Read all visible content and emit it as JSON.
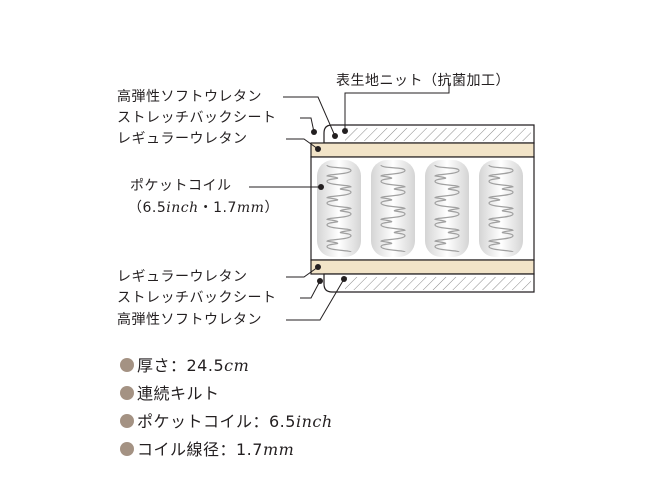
{
  "diagram": {
    "top_label": "表生地ニット（抗菌加工）",
    "labels_top": [
      "高弾性ソフトウレタン",
      "ストレッチバックシート",
      "レギュラーウレタン"
    ],
    "coil_label": {
      "line1": "ポケットコイル",
      "line2_prefix": "（6.5",
      "line2_unit1": "inch",
      "line2_mid": "・1.7",
      "line2_unit2": "mm",
      "line2_suffix": "）"
    },
    "labels_bottom": [
      "レギュラーウレタン",
      "ストレッチバックシート",
      "高弾性ソフトウレタン"
    ],
    "colors": {
      "foam": "#f2e4c8",
      "coil": "#a0a0a0",
      "line": "#231f20",
      "bullet": "#a49283"
    }
  },
  "specs": [
    {
      "label": "厚さ：24.5",
      "unit": "cm"
    },
    {
      "label": "連続キルト",
      "unit": ""
    },
    {
      "label": "ポケットコイル：6.5",
      "unit": "inch"
    },
    {
      "label": "コイル線径：1.7",
      "unit": "mm"
    }
  ]
}
